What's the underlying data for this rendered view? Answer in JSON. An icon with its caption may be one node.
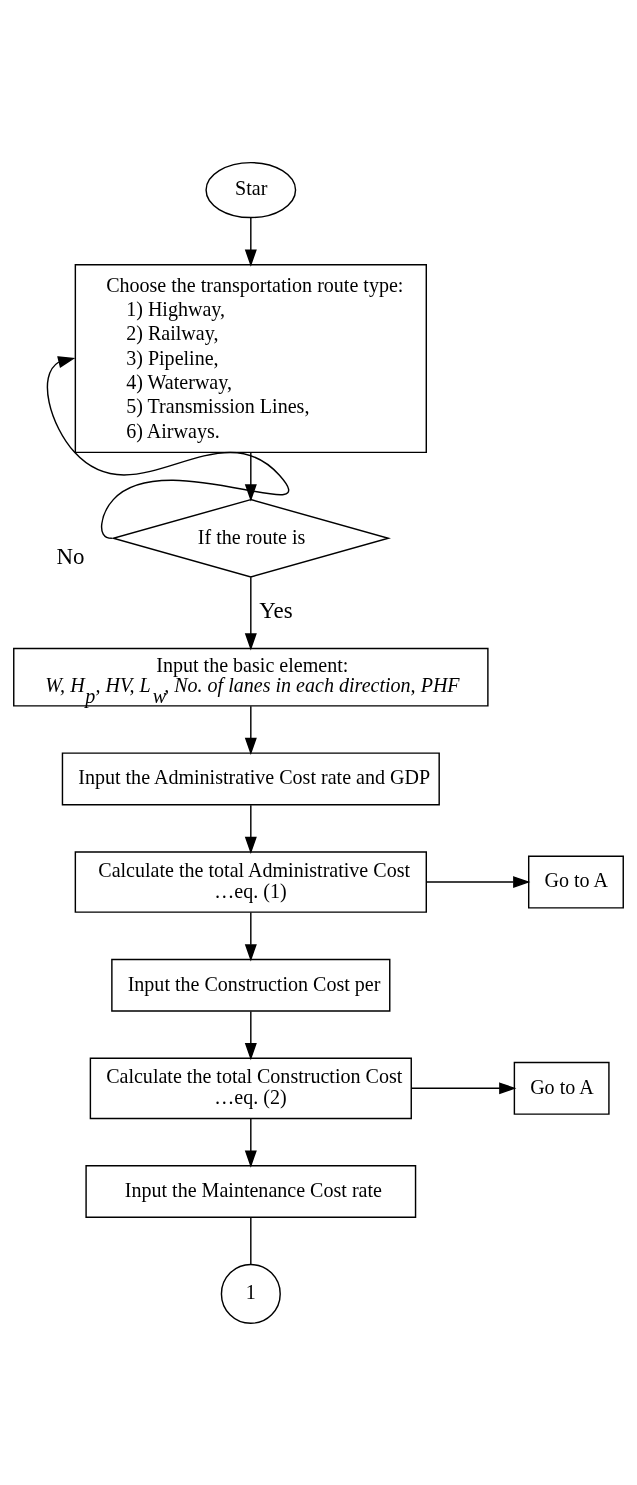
{
  "diagram": {
    "nodes": [
      {
        "text": [
          "Star"
        ]
      },
      {
        "text": [
          "Choose the transportation route type:",
          "1) Highway,",
          "2) Railway,",
          "3) Pipeline,",
          "4) Waterway,",
          "5) Transmission Lines,",
          "6) Airways."
        ]
      },
      {
        "text": [
          "If the route is"
        ]
      },
      {
        "text": [
          "Input the basic element:",
          "W, H$_{p}$, HV, L$_{w}$, No. of lanes in each direction, PHF"
        ]
      },
      {
        "text": [
          "Input the Administrative Cost rate and GDP"
        ]
      },
      {
        "text": [
          "Calculate the total Administrative Cost",
          "…eq. (1)"
        ]
      },
      {
        "text": [
          "Go to A"
        ]
      },
      {
        "text": [
          "Input the Construction Cost per"
        ]
      },
      {
        "text": [
          "Calculate the total Construction Cost",
          "…eq. (2)"
        ]
      },
      {
        "text": [
          "Go to A"
        ]
      },
      {
        "text": [
          "Input the Maintenance Cost rate"
        ]
      },
      {
        "text": [
          "1"
        ]
      }
    ],
    "edges": [
      {
        "from": 0,
        "to": 1,
        "arrow": "to"
      },
      {
        "from": 1,
        "to": 2,
        "arrow": "to"
      },
      {
        "from": 2,
        "to": 1,
        "arrow": "to",
        "label": "No"
      },
      {
        "from": 2,
        "to": 3,
        "arrow": "to",
        "label": "Yes"
      },
      {
        "from": 3,
        "to": 4,
        "arrow": "to"
      },
      {
        "from": 4,
        "to": 5,
        "arrow": "to"
      },
      {
        "from": 5,
        "to": 6,
        "arrow": "to"
      },
      {
        "from": 5,
        "to": 7,
        "arrow": "to"
      },
      {
        "from": 7,
        "to": 8,
        "arrow": "to"
      },
      {
        "from": 8,
        "to": 9,
        "arrow": "to"
      },
      {
        "from": 8,
        "to": 10,
        "arrow": "to"
      },
      {
        "from": 10,
        "to": 11,
        "arrow": "none"
      }
    ]
  }
}
